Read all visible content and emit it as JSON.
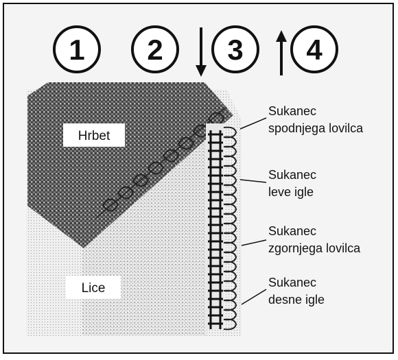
{
  "steps": [
    {
      "number": "1",
      "arrow": "none"
    },
    {
      "number": "2",
      "arrow": "none"
    },
    {
      "number": "3",
      "arrow": "down"
    },
    {
      "number": "4",
      "arrow": "up"
    }
  ],
  "fabric": {
    "back_label": "Hrbet",
    "face_label": "Lice"
  },
  "callouts": [
    {
      "line1": "Sukanec",
      "line2": "spodnjega lovilca"
    },
    {
      "line1": "Sukanec",
      "line2": "leve igle"
    },
    {
      "line1": "Sukanec",
      "line2": "zgornjega lovilca"
    },
    {
      "line1": "Sukanec",
      "line2": "desne igle"
    }
  ],
  "colors": {
    "ink": "#111111",
    "back_fabric": "#6f6f6f",
    "face_fabric": "#d9d9d9",
    "background": "#f4f4f4"
  }
}
